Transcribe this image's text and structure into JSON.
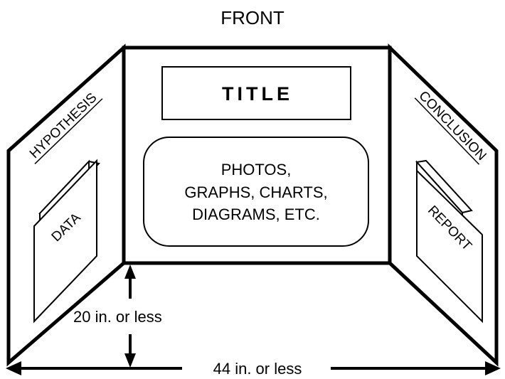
{
  "heading": "FRONT",
  "center_panel": {
    "title": "TITLE",
    "content_lines": [
      "PHOTOS,",
      "GRAPHS, CHARTS,",
      "DIAGRAMS, ETC."
    ]
  },
  "left_panel": {
    "label": "HYPOTHESIS",
    "inset": "DATA"
  },
  "right_panel": {
    "label": "CONCLUSION",
    "inset": "REPORT"
  },
  "dimensions": {
    "height": "20 in. or less",
    "width": "44 in. or less"
  }
}
